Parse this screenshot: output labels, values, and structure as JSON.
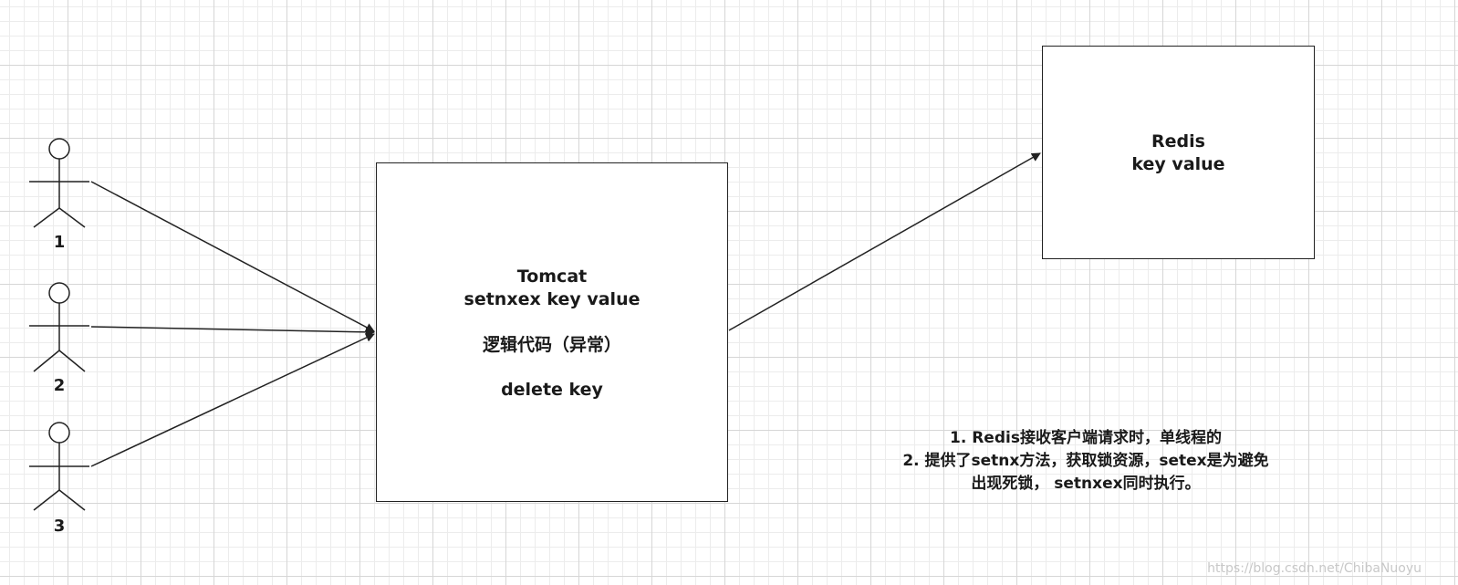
{
  "actors": [
    {
      "label": "1"
    },
    {
      "label": "2"
    },
    {
      "label": "3"
    }
  ],
  "tomcat": {
    "line1": "Tomcat",
    "line2": "setnxex key value",
    "line3": "逻辑代码（异常）",
    "line4": "delete key"
  },
  "redis": {
    "line1": "Redis",
    "line2": "key value"
  },
  "notes": [
    "1. Redis接收客户端请求时，单线程的",
    "2. 提供了setnx方法，获取锁资源，setex是为避免",
    "出现死锁， setnxex同时执行。"
  ],
  "watermark": "https://blog.csdn.net/ChibaNuoyu"
}
